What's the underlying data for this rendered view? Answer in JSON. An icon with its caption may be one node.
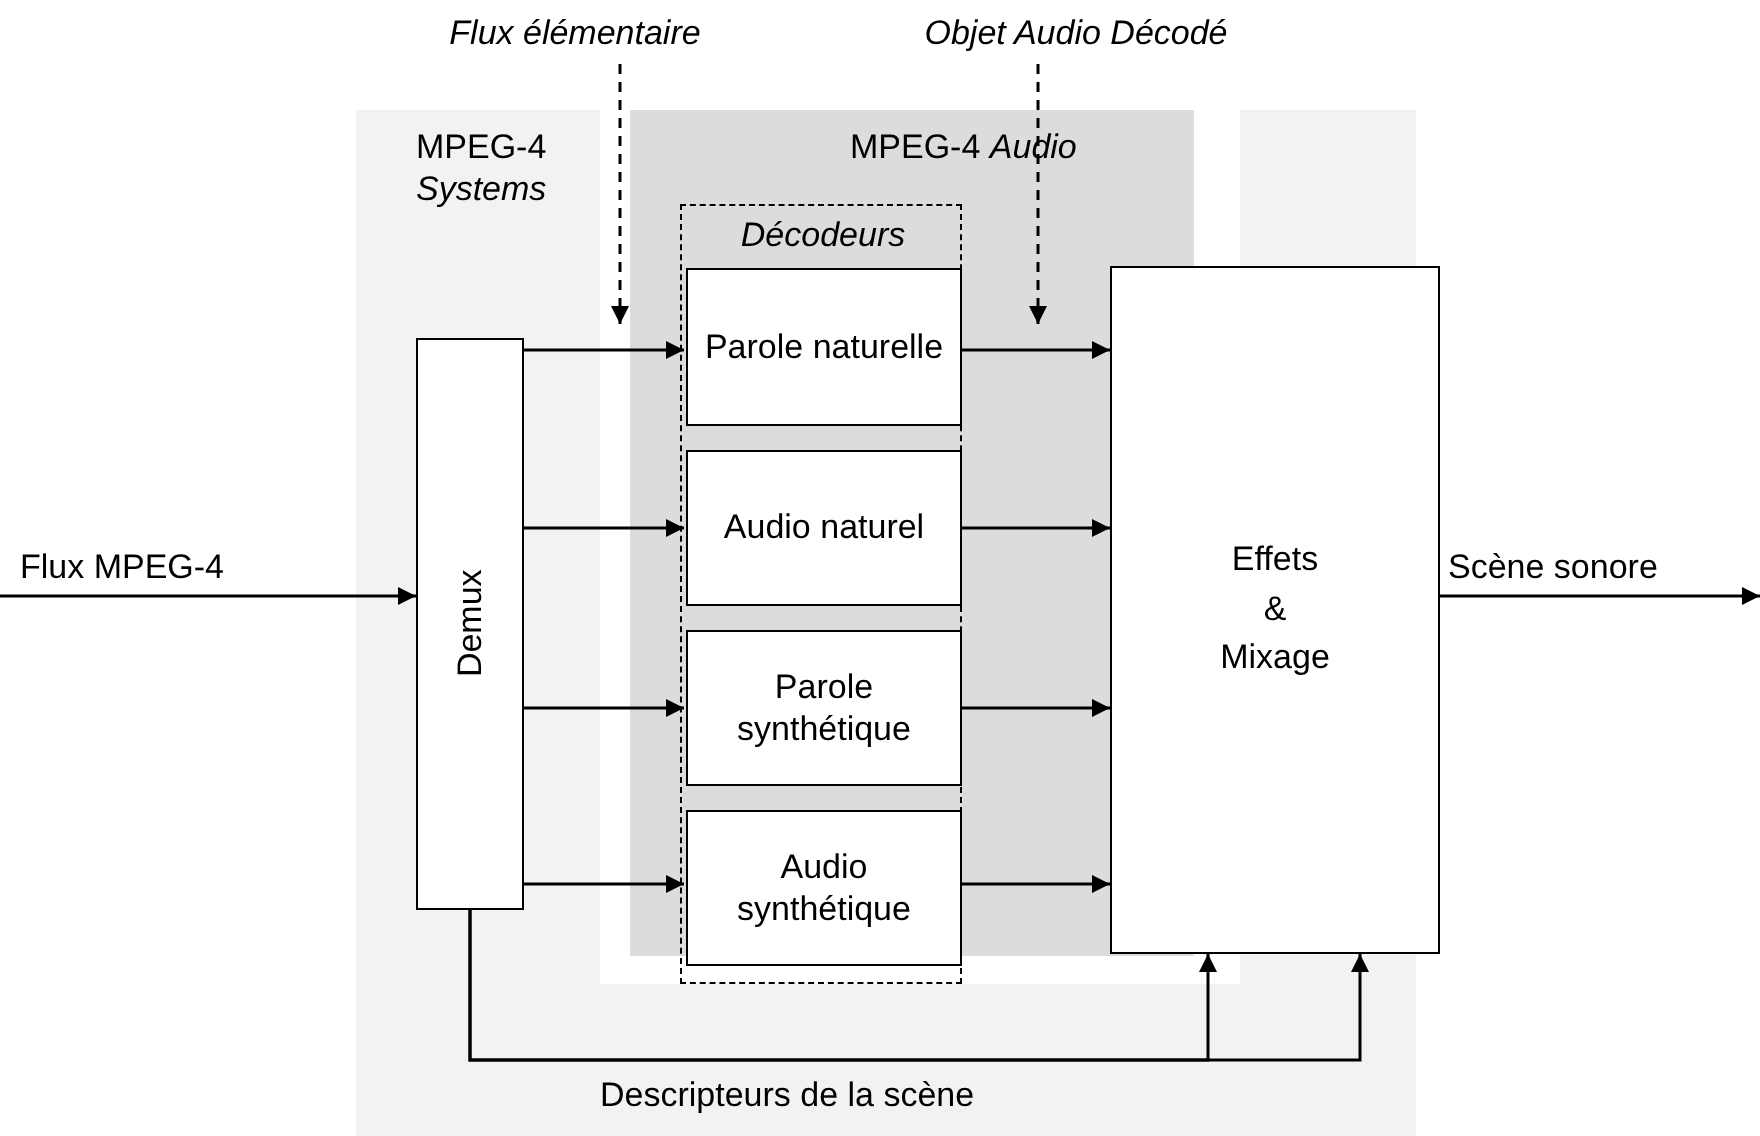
{
  "diagram": {
    "nodes": [
      {
        "text": [
          "MPEG-4 *Systems*"
        ]
      },
      {
        "text": [
          "MPEG-4 *Audio*"
        ],
        "in": 0
      },
      {
        "text": [
          "Décodeurs"
        ],
        "in": 1
      },
      {
        "text": [
          "Parole naturelle"
        ],
        "in": 2
      },
      {
        "text": [
          "Audio naturel"
        ],
        "in": 2
      },
      {
        "text": [
          "Parole synthétique"
        ],
        "in": 2
      },
      {
        "text": [
          "Audio synthétique"
        ],
        "in": 2
      },
      {
        "text": [
          "Demux"
        ],
        "in": 0
      },
      {
        "text": [
          "Effets & Mixage"
        ]
      },
      {
        "text": [
          "Flux élémentaire"
        ]
      },
      {
        "text": [
          "Objet Audio Décodé"
        ]
      }
    ],
    "edges": [
      {
        "from": null,
        "to": 7,
        "arrow": "to",
        "label": "Flux MPEG-4"
      },
      {
        "from": 7,
        "to": 3,
        "arrow": "to"
      },
      {
        "from": 7,
        "to": 4,
        "arrow": "to"
      },
      {
        "from": 7,
        "to": 5,
        "arrow": "to"
      },
      {
        "from": 7,
        "to": 6,
        "arrow": "to"
      },
      {
        "from": 3,
        "to": 8,
        "arrow": "to"
      },
      {
        "from": 4,
        "to": 8,
        "arrow": "to"
      },
      {
        "from": 5,
        "to": 8,
        "arrow": "to"
      },
      {
        "from": 6,
        "to": 8,
        "arrow": "to"
      },
      {
        "from": 7,
        "to": 8,
        "arrow": "to"
      },
      {
        "from": 7,
        "to": 8,
        "arrow": "to"
      },
      {
        "from": 8,
        "to": null,
        "arrow": "to",
        "label": "Scène sonore"
      },
      {
        "from": 9,
        "to": 1,
        "arrow": "to",
        "style": "dashed"
      },
      {
        "from": 10,
        "to": null,
        "arrow": "to",
        "style": "dashed"
      }
    ],
    "labels": [
      "Descripteurs de la scène"
    ]
  }
}
